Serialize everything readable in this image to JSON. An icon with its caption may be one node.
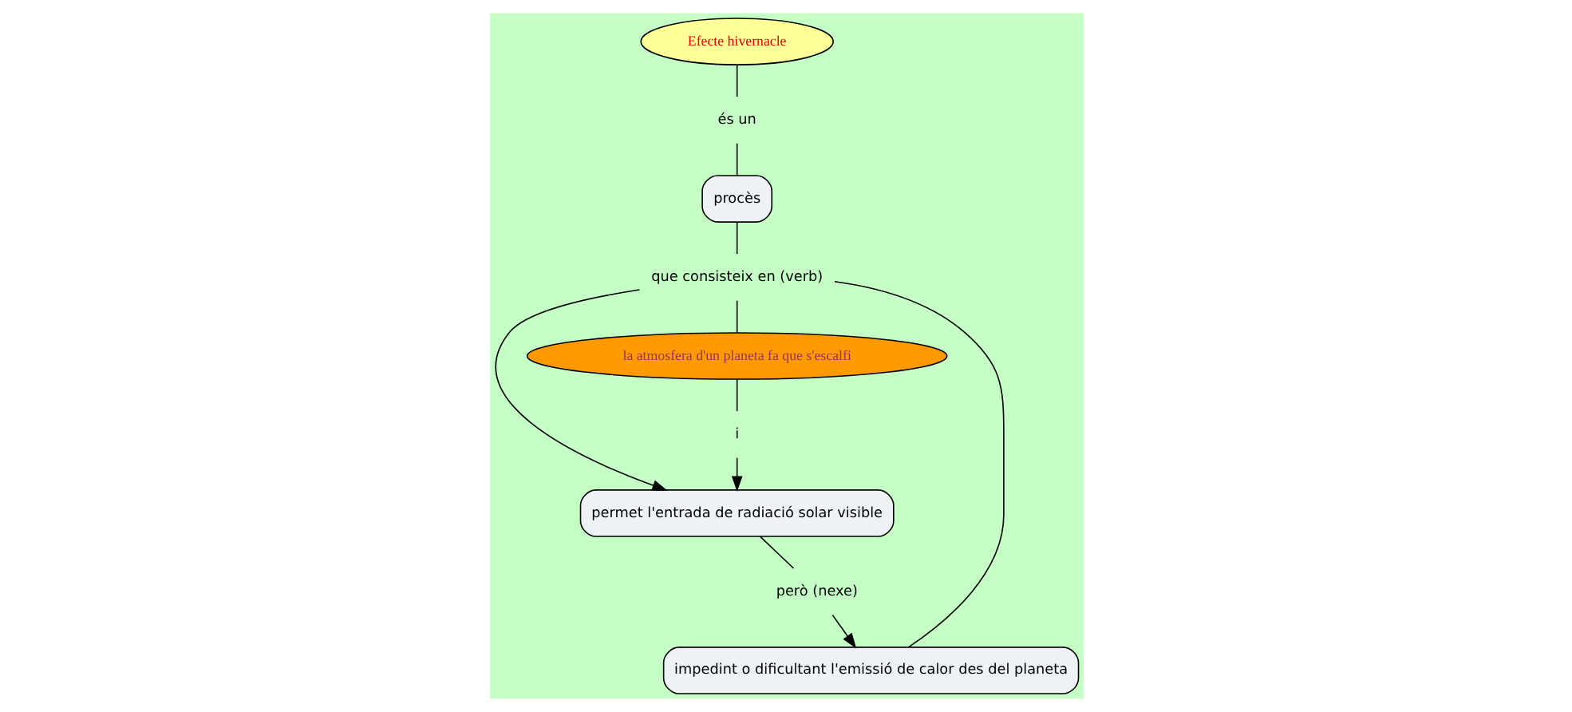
{
  "diagram": {
    "nodes": [
      {
        "text": [
          "Efecte hivernacle"
        ]
      },
      {
        "text": [
          "és un"
        ]
      },
      {
        "text": [
          "procès"
        ]
      },
      {
        "text": [
          "que consisteix en (verb)"
        ]
      },
      {
        "text": [
          "permet l'entrada de radiació solar visible"
        ]
      },
      {
        "text": [
          "impedint o dificultant l'emissió de calor des del planeta"
        ]
      },
      {
        "text": [
          "i"
        ]
      },
      {
        "text": [
          "però (nexe)"
        ]
      },
      {
        "text": [
          "la atmosfera d'un planeta fa que s'escalfi"
        ]
      }
    ],
    "edges": [
      {
        "from": 0,
        "to": 1,
        "arrow": "none"
      },
      {
        "from": 1,
        "to": 2,
        "arrow": "none"
      },
      {
        "from": 2,
        "to": 3,
        "arrow": "none"
      },
      {
        "from": 3,
        "to": 8,
        "arrow": "none"
      },
      {
        "from": 3,
        "to": 4,
        "arrow": "to"
      },
      {
        "from": 3,
        "to": 5,
        "arrow": "none"
      },
      {
        "from": 8,
        "to": 6,
        "arrow": "none"
      },
      {
        "from": 6,
        "to": 4,
        "arrow": "to"
      },
      {
        "from": 4,
        "to": 7,
        "arrow": "none"
      },
      {
        "from": 7,
        "to": 5,
        "arrow": "to"
      }
    ]
  }
}
